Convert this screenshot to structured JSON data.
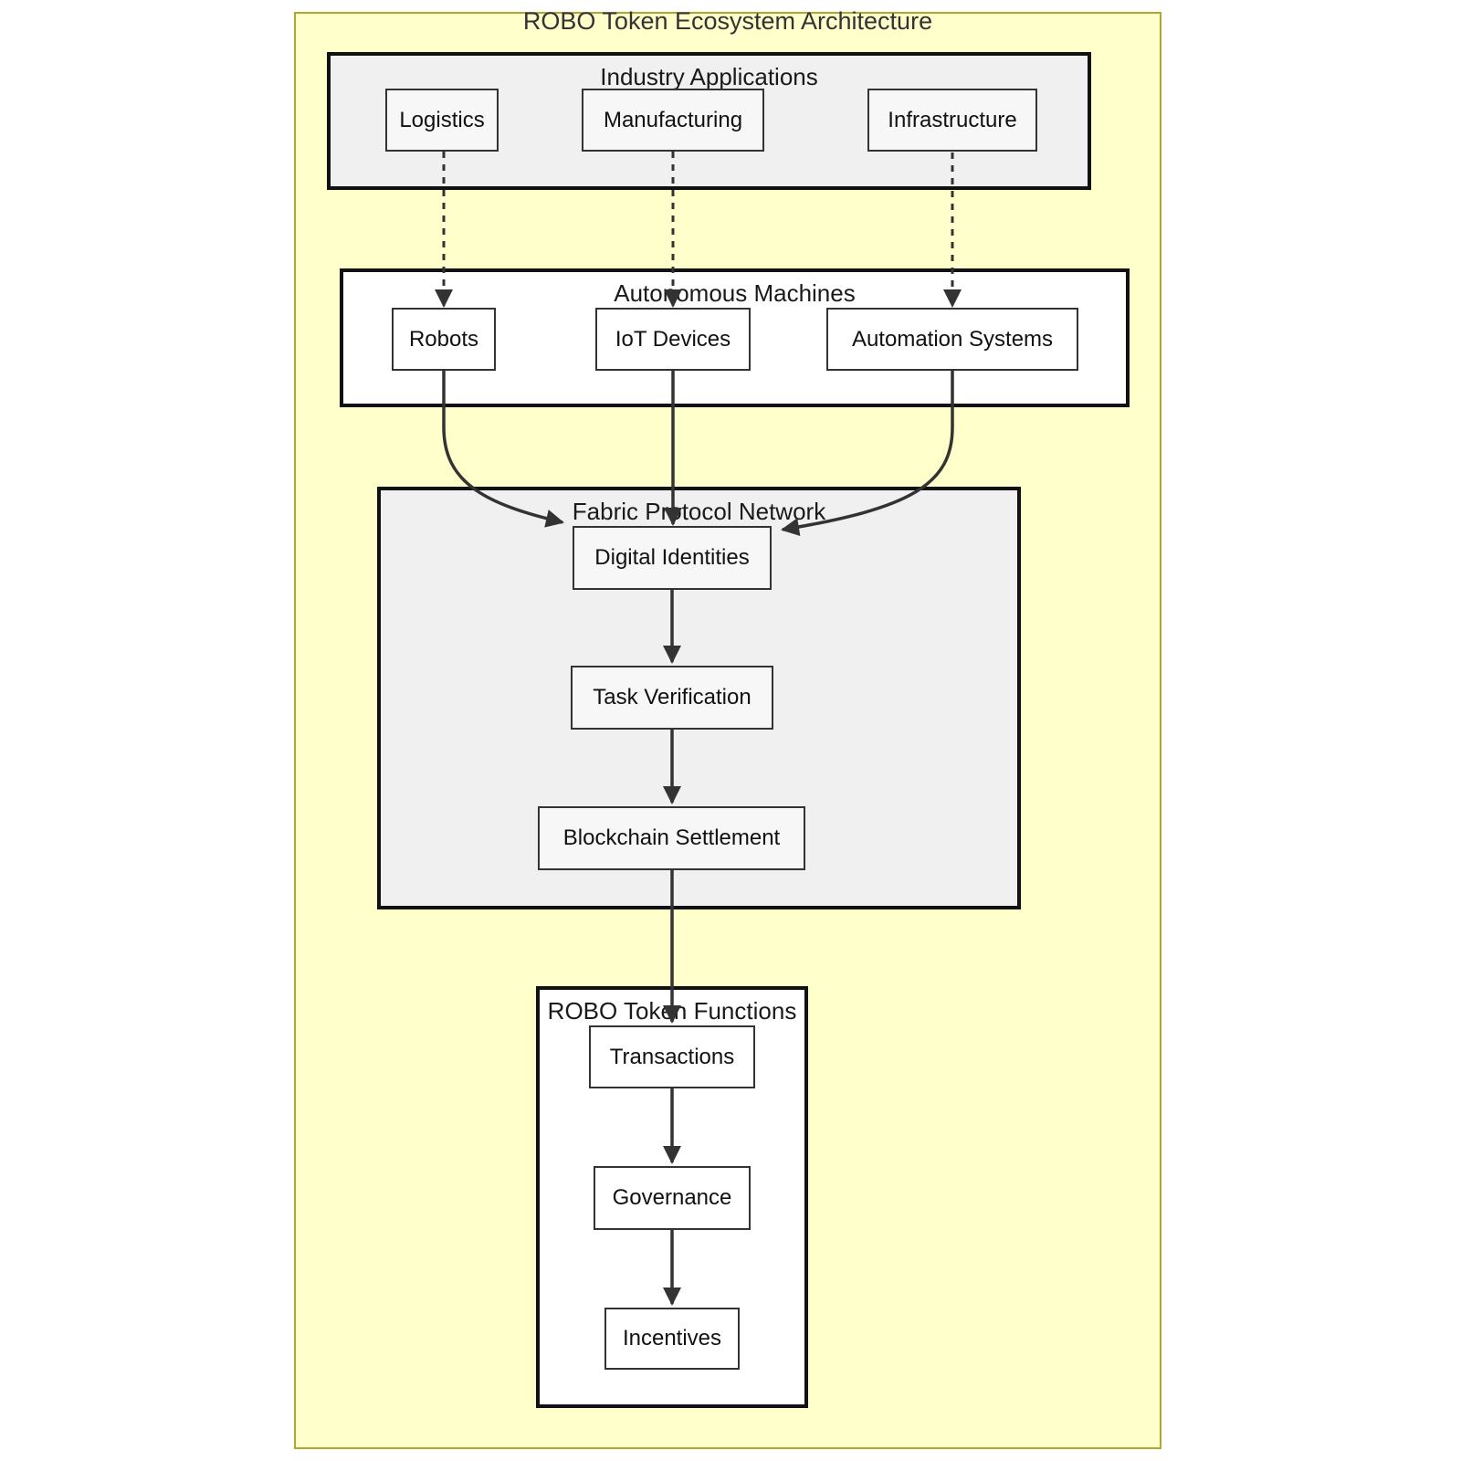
{
  "diagram_type": "flowchart",
  "title": "ROBO Token Ecosystem Architecture",
  "clusters": [
    {
      "id": "industry",
      "label": "Industry Applications",
      "nodes": [
        "Logistics",
        "Manufacturing",
        "Infrastructure"
      ]
    },
    {
      "id": "machines",
      "label": "Autonomous Machines",
      "nodes": [
        "Robots",
        "IoT Devices",
        "Automation Systems"
      ]
    },
    {
      "id": "fabric",
      "label": "Fabric Protocol Network",
      "nodes": [
        "Digital Identities",
        "Task Verification",
        "Blockchain Settlement"
      ]
    },
    {
      "id": "token",
      "label": "ROBO Token Functions",
      "nodes": [
        "Transactions",
        "Governance",
        "Incentives"
      ]
    }
  ],
  "edges": [
    {
      "from": "Logistics",
      "to": "Robots",
      "style": "dashed"
    },
    {
      "from": "Manufacturing",
      "to": "IoT Devices",
      "style": "dashed"
    },
    {
      "from": "Infrastructure",
      "to": "Automation Systems",
      "style": "dashed"
    },
    {
      "from": "Robots",
      "to": "Digital Identities",
      "style": "solid"
    },
    {
      "from": "IoT Devices",
      "to": "Digital Identities",
      "style": "solid"
    },
    {
      "from": "Automation Systems",
      "to": "Digital Identities",
      "style": "solid"
    },
    {
      "from": "Digital Identities",
      "to": "Task Verification",
      "style": "solid"
    },
    {
      "from": "Task Verification",
      "to": "Blockchain Settlement",
      "style": "solid"
    },
    {
      "from": "Blockchain Settlement",
      "to": "Transactions",
      "style": "solid"
    },
    {
      "from": "Transactions",
      "to": "Governance",
      "style": "solid"
    },
    {
      "from": "Governance",
      "to": "Incentives",
      "style": "solid"
    }
  ],
  "colors": {
    "outer_fill": "#ffffcc",
    "outer_border": "#aaaa33",
    "cluster_fill_gray": "#f0f0f0",
    "cluster_fill_white": "#ffffff",
    "cluster_border": "#111111",
    "node_fill_gray": "#f7f7f7",
    "node_fill_white": "#ffffff",
    "node_border": "#333333",
    "edge": "#333333",
    "title_text": "#333333",
    "label_text": "#1a1a1a"
  }
}
